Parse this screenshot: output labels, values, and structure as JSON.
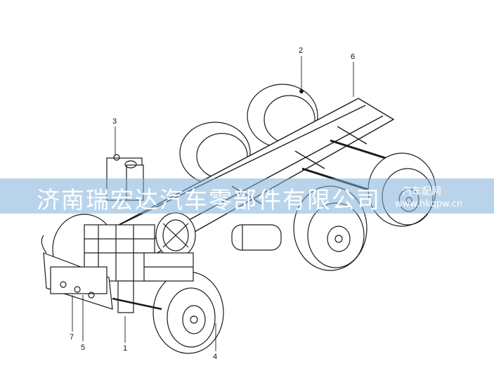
{
  "callouts": {
    "c1": "1",
    "c2": "2",
    "c3": "3",
    "c4": "4",
    "c5": "5",
    "c6": "6",
    "c7": "7"
  },
  "watermark": {
    "main": "济南瑞宏达汽车零部件有限公司",
    "small_cn": "汽车配网",
    "url": "www.hkqpw.cn"
  },
  "colors": {
    "line": "#1a1a1a",
    "band": "#7fb0d8"
  }
}
